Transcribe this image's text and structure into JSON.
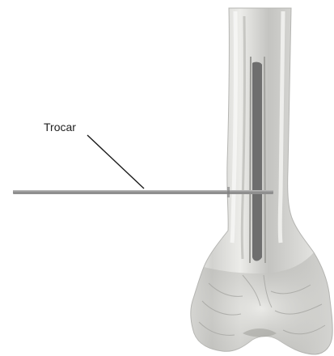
{
  "figure": {
    "annotation_label": "Trocar",
    "colors": {
      "background": "#ffffff",
      "bone_light": "#e6e6e4",
      "bone_mid": "#c9c9c6",
      "bone_shadow": "#a9a9a6",
      "canal_dark": "#6e6e6e",
      "trocar": "#8f8f8f",
      "leader_line": "#1a1a1a",
      "label": "#222222"
    },
    "icons": [
      "bone-illustration",
      "trocar-instrument",
      "leader-line"
    ]
  }
}
